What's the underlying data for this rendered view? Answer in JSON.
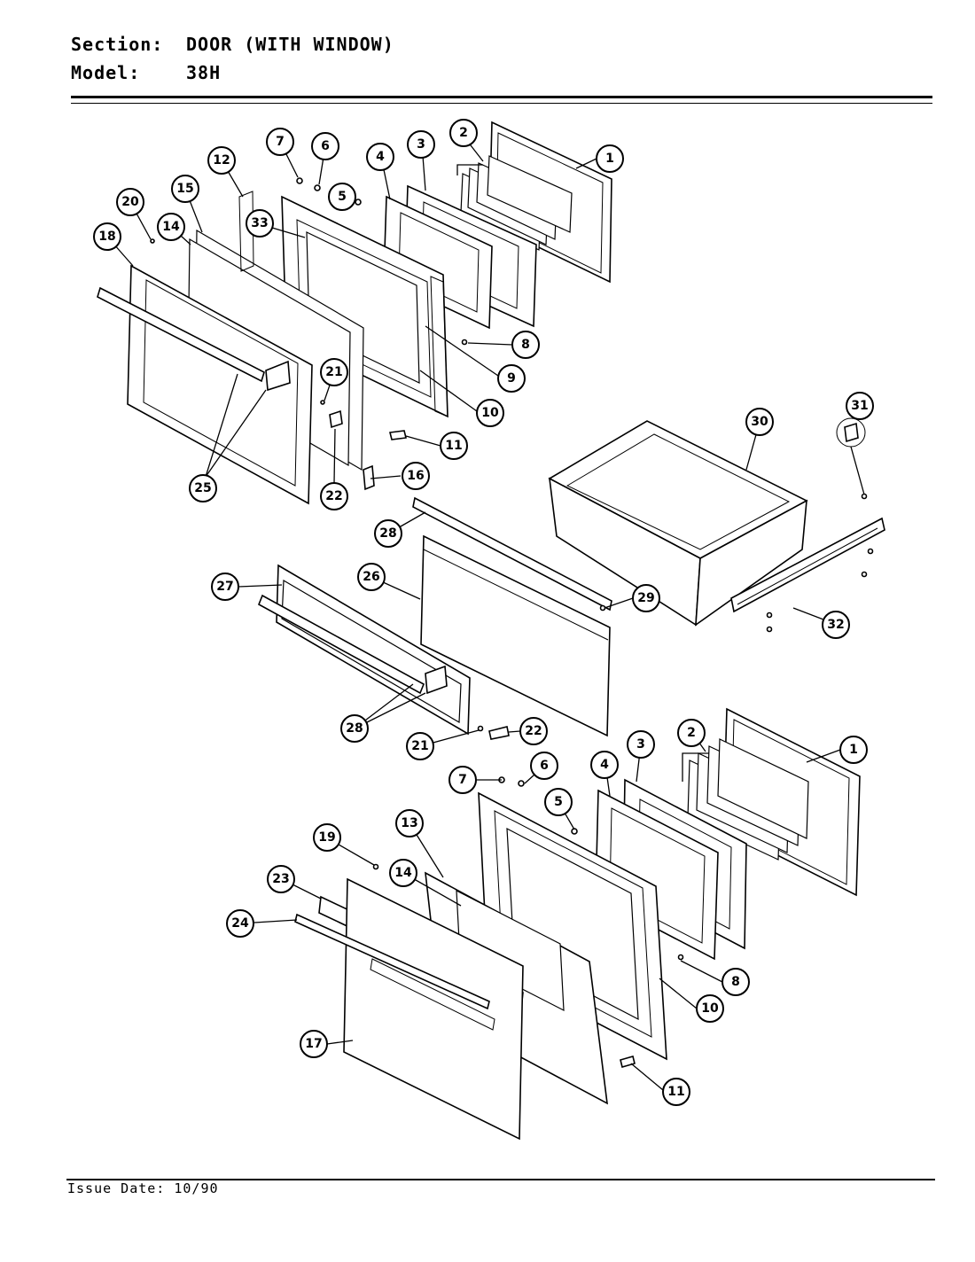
{
  "header": {
    "section_label": "Section:",
    "section_value": "DOOR (WITH WINDOW)",
    "model_label": "Model:",
    "model_value": "38H"
  },
  "footer": {
    "issue_label": "Issue Date:",
    "issue_value": "10/90"
  },
  "callouts": [
    "1",
    "2",
    "3",
    "4",
    "5",
    "6",
    "7",
    "8",
    "9",
    "10",
    "11",
    "12",
    "14",
    "15",
    "16",
    "18",
    "20",
    "21",
    "22",
    "25",
    "33",
    "30",
    "31",
    "32",
    "28",
    "29",
    "26",
    "27",
    "28",
    "21",
    "22",
    "1",
    "2",
    "3",
    "4",
    "5",
    "6",
    "7",
    "8",
    "10",
    "11",
    "13",
    "14",
    "17",
    "19",
    "23",
    "24"
  ]
}
